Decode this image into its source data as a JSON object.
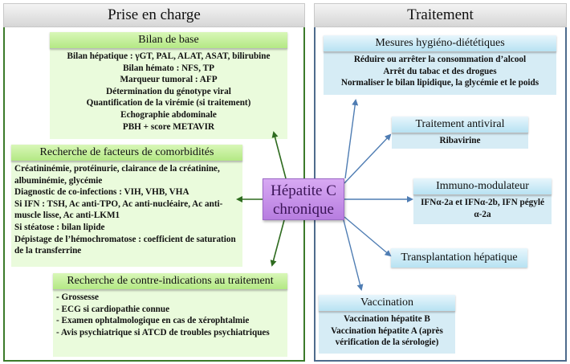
{
  "center_node": {
    "label_line1": "Hépatite C",
    "label_line2": "chronique",
    "color": "#c08ae6"
  },
  "left_panel": {
    "title": "Prise en charge",
    "border_color": "#3c7a2a",
    "boxes": [
      {
        "title": "Bilan de base",
        "lines": [
          "Bilan hépatique : γGT, PAL, ALAT, ASAT, bilirubine",
          "Bilan hémato : NFS, TP",
          "Marqueur tumoral : AFP",
          "Détermination du génotype viral",
          "Quantification de la virémie (si traitement)",
          "Echographie abdominale",
          "PBH + score METAVIR"
        ]
      },
      {
        "title": "Recherche de facteurs de comorbidités",
        "lines": [
          "Créatininémie, protéinurie, clairance de la créatinine, albuminémie, glycémie",
          "Diagnostic de co-infections : VIH, VHB, VHA",
          "Si IFN : TSH, Ac anti-TPO, Ac anti-nucléaire, Ac anti-muscle lisse, Ac anti-LKM1",
          "Si stéatose : bilan lipide",
          "Dépistage de l’hémochromatose : coefficient de saturation de la transferrine"
        ]
      },
      {
        "title": "Recherche de contre-indications au traitement",
        "lines": [
          "- Grossesse",
          "- ECG si cardiopathie connue",
          "- Examen ophtalmologique en cas de xérophtalmie",
          "- Avis psychiatrique si ATCD de troubles psychiatriques"
        ]
      }
    ]
  },
  "right_panel": {
    "title": "Traitement",
    "border_color": "#4e6b8c",
    "boxes": [
      {
        "title": "Mesures hygiéno-diététiques",
        "lines": [
          "Réduire ou arrêter  la consommation d’alcool",
          "Arrêt du tabac et des drogues",
          "Normaliser le bilan lipidique, la glycémie et le poids"
        ]
      },
      {
        "title": "Traitement antiviral",
        "lines": [
          "Ribavirine"
        ]
      },
      {
        "title": "Immuno-modulateur",
        "lines": [
          "IFNα-2a et IFNα-2b, IFN pégylé α-2a"
        ]
      },
      {
        "title": "Transplantation hépatique",
        "lines": []
      },
      {
        "title": "Vaccination",
        "lines": [
          "Vaccination hépatite B",
          "Vaccination hépatite A (après vérification de la sérologie)"
        ]
      }
    ]
  },
  "colors": {
    "green_arrow": "#2e6b1f",
    "blue_arrow": "#4f7db3",
    "green_box": "#eafbdc",
    "blue_box": "#d6ecf5"
  }
}
